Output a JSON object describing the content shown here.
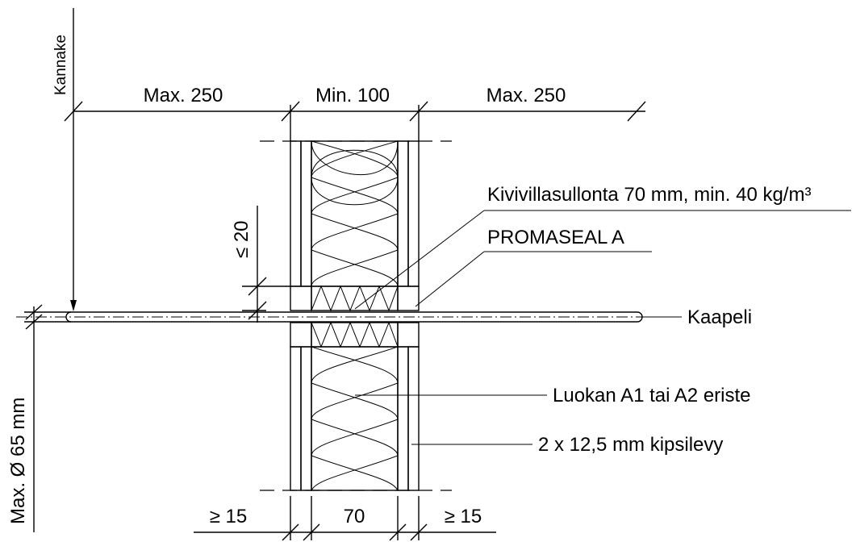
{
  "dimensions": {
    "support_distance_left": "Max. 250",
    "wall_thickness": "Min. 100",
    "support_distance_right": "Max. 250",
    "seal_overlap": "≤ 20",
    "board_overhang_left": "≥ 15",
    "insulation_depth": "70",
    "board_overhang_right": "≥ 15",
    "cable_max_diameter": "Max. Ø 65 mm"
  },
  "labels": {
    "support": "Kannake",
    "mineral_wool_fill": "Kivivillasullonta 70 mm, min. 40 kg/m³",
    "sealant": "PROMASEAL A",
    "cable": "Kaapeli",
    "insulation": "Luokan A1 tai A2 eriste",
    "board": "2 x 12,5 mm kipsilevy"
  }
}
